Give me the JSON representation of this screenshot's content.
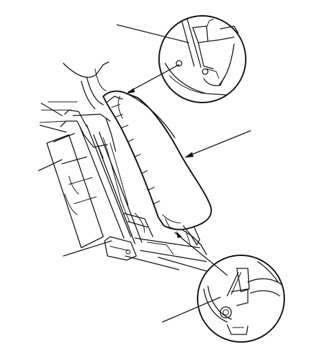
{
  "figure": {
    "kind": "technical-line-drawing",
    "subject": "seat-cushion-removal",
    "printed_text": [],
    "callouts": [
      {
        "id": "upper-detail",
        "shape": "circle-inset",
        "target": "upper-clip"
      },
      {
        "id": "lower-detail",
        "shape": "circle-inset",
        "target": "lower-hook"
      },
      {
        "id": "cushion-leader",
        "shape": "leader-line",
        "target": "seat-cushion"
      },
      {
        "id": "top-left-leader",
        "shape": "leader-line",
        "target": "upper-clip-detail"
      },
      {
        "id": "left-leader-1",
        "shape": "leader-line",
        "target": "seat-back-panel"
      },
      {
        "id": "left-leader-2",
        "shape": "leader-line",
        "target": "seat-frame"
      },
      {
        "id": "left-leader-3",
        "shape": "leader-line",
        "target": "floor-trim"
      },
      {
        "id": "lower-left-leader",
        "shape": "leader-line",
        "target": "seat-rail"
      },
      {
        "id": "bottom-leader",
        "shape": "leader-line",
        "target": "lower-hook-detail"
      }
    ],
    "line_color": "#111111",
    "background": "#ffffff"
  }
}
